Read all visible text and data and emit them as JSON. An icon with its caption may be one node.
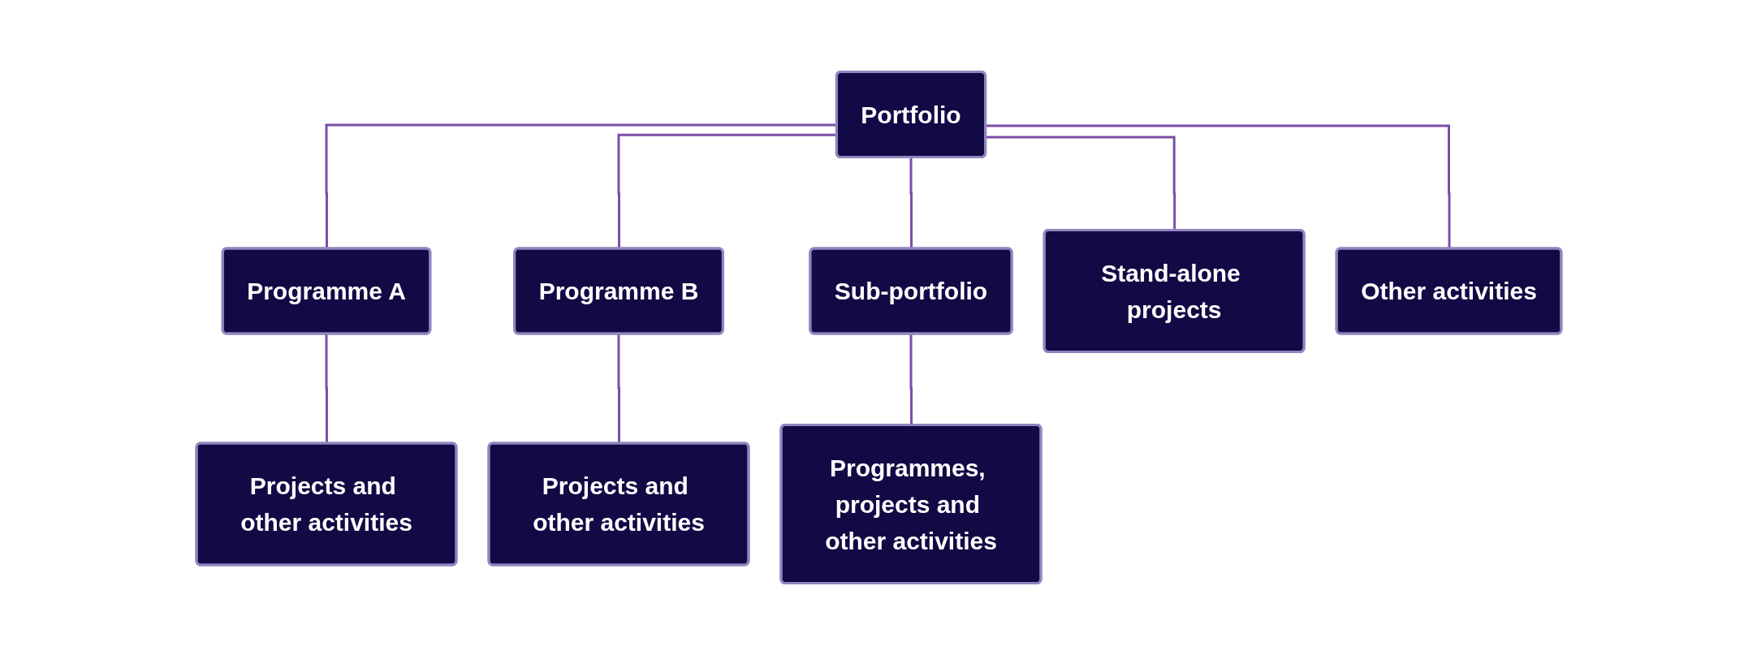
{
  "diagram": {
    "nodes": [
      {
        "text": [
          "Portfolio"
        ]
      },
      {
        "text": [
          "Programme A"
        ]
      },
      {
        "text": [
          "Programme B"
        ]
      },
      {
        "text": [
          "Sub-portfolio"
        ]
      },
      {
        "text": [
          "Stand-alone projects"
        ]
      },
      {
        "text": [
          "Other activities"
        ]
      },
      {
        "text": [
          "Projects and other activities"
        ]
      },
      {
        "text": [
          "Projects and other activities"
        ]
      },
      {
        "text": [
          "Programmes, projects and other activities"
        ]
      }
    ],
    "edges": [
      {
        "from": 0,
        "to": 1,
        "arrow": "none"
      },
      {
        "from": 0,
        "to": 2,
        "arrow": "none"
      },
      {
        "from": 0,
        "to": 3,
        "arrow": "none"
      },
      {
        "from": 0,
        "to": 4,
        "arrow": "none"
      },
      {
        "from": 0,
        "to": 5,
        "arrow": "none"
      },
      {
        "from": 1,
        "to": 6,
        "arrow": "none"
      },
      {
        "from": 2,
        "to": 7,
        "arrow": "none"
      },
      {
        "from": 3,
        "to": 8,
        "arrow": "none"
      }
    ]
  }
}
